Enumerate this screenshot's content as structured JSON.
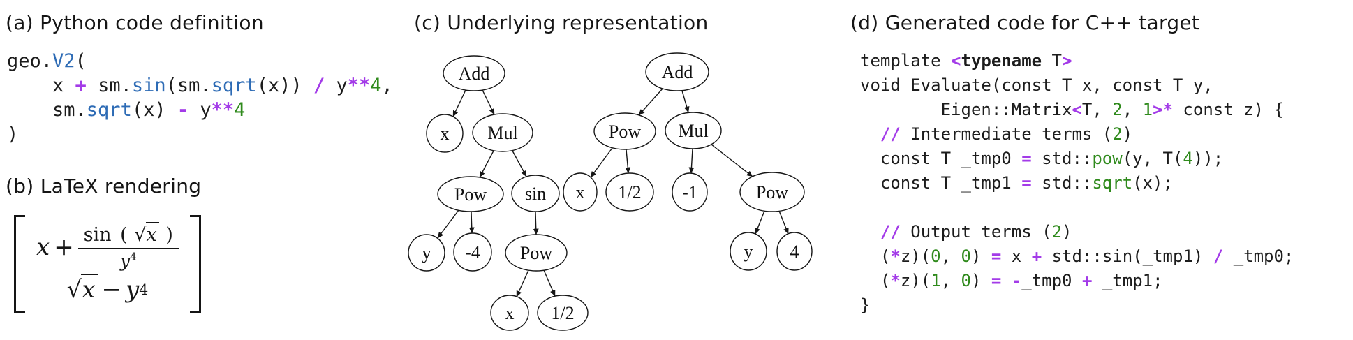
{
  "colors": {
    "blue": "#2d6bb5",
    "purple": "#a33be8",
    "green": "#2f8a1c",
    "ink": "#1c1c1c"
  },
  "panels": {
    "a": {
      "title": "(a) Python code definition",
      "code": [
        [
          {
            "t": "geo.",
            "c": "k"
          },
          {
            "t": "V2",
            "c": "b"
          },
          {
            "t": "(",
            "c": "k"
          }
        ],
        [
          {
            "t": "    x ",
            "c": "k"
          },
          {
            "t": "+",
            "c": "p"
          },
          {
            "t": " sm.",
            "c": "k"
          },
          {
            "t": "sin",
            "c": "b"
          },
          {
            "t": "(sm.",
            "c": "k"
          },
          {
            "t": "sqrt",
            "c": "b"
          },
          {
            "t": "(x)) ",
            "c": "k"
          },
          {
            "t": "/",
            "c": "p"
          },
          {
            "t": " y",
            "c": "k"
          },
          {
            "t": "**",
            "c": "p"
          },
          {
            "t": "4",
            "c": "g"
          },
          {
            "t": ",",
            "c": "k"
          }
        ],
        [
          {
            "t": "    sm.",
            "c": "k"
          },
          {
            "t": "sqrt",
            "c": "b"
          },
          {
            "t": "(x) ",
            "c": "k"
          },
          {
            "t": "-",
            "c": "p"
          },
          {
            "t": " y",
            "c": "k"
          },
          {
            "t": "**",
            "c": "p"
          },
          {
            "t": "4",
            "c": "g"
          }
        ],
        [
          {
            "t": ")",
            "c": "k"
          }
        ]
      ]
    },
    "b": {
      "title": "(b) LaTeX rendering",
      "math": {
        "x": "x",
        "plus": "+",
        "sin": "sin",
        "open_paren": "(",
        "close_paren": ")",
        "sqrt_symbol": "√",
        "y": "y",
        "exp": "4",
        "minus": "−"
      }
    },
    "c": {
      "title": "(c) Underlying representation",
      "trees": [
        {
          "nodes": [
            {
              "label": "Add"
            },
            {
              "label": "x"
            },
            {
              "label": "Mul"
            },
            {
              "label": "Pow"
            },
            {
              "label": "sin"
            },
            {
              "label": "y"
            },
            {
              "label": "-4"
            },
            {
              "label": "Pow"
            },
            {
              "label": "x"
            },
            {
              "label": "1/2"
            }
          ]
        },
        {
          "nodes": [
            {
              "label": "Add"
            },
            {
              "label": "Pow"
            },
            {
              "label": "Mul"
            },
            {
              "label": "x"
            },
            {
              "label": "1/2"
            },
            {
              "label": "-1"
            },
            {
              "label": "Pow"
            },
            {
              "label": "y"
            },
            {
              "label": "4"
            }
          ]
        }
      ]
    },
    "d": {
      "title": "(d) Generated code for C++ target",
      "code": [
        [
          {
            "t": "template ",
            "c": "k"
          },
          {
            "t": "<",
            "c": "p"
          },
          {
            "t": "typename",
            "c": "kb"
          },
          {
            "t": " T",
            "c": "k"
          },
          {
            "t": ">",
            "c": "p"
          }
        ],
        [
          {
            "t": "void Evaluate(const T x, const T y,",
            "c": "k"
          }
        ],
        [
          {
            "t": "        Eigen::Matrix",
            "c": "k"
          },
          {
            "t": "<",
            "c": "p"
          },
          {
            "t": "T, ",
            "c": "k"
          },
          {
            "t": "2",
            "c": "g"
          },
          {
            "t": ", ",
            "c": "k"
          },
          {
            "t": "1",
            "c": "g"
          },
          {
            "t": ">*",
            "c": "p"
          },
          {
            "t": " const z) {",
            "c": "k"
          }
        ],
        [
          {
            "t": "  ",
            "c": "k"
          },
          {
            "t": "//",
            "c": "p"
          },
          {
            "t": " Intermediate terms (",
            "c": "k"
          },
          {
            "t": "2",
            "c": "g"
          },
          {
            "t": ")",
            "c": "k"
          }
        ],
        [
          {
            "t": "  const T _tmp0 ",
            "c": "k"
          },
          {
            "t": "=",
            "c": "p"
          },
          {
            "t": " std::",
            "c": "k"
          },
          {
            "t": "pow",
            "c": "g"
          },
          {
            "t": "(y, T(",
            "c": "k"
          },
          {
            "t": "4",
            "c": "g"
          },
          {
            "t": "));",
            "c": "k"
          }
        ],
        [
          {
            "t": "  const T _tmp1 ",
            "c": "k"
          },
          {
            "t": "=",
            "c": "p"
          },
          {
            "t": " std::",
            "c": "k"
          },
          {
            "t": "sqrt",
            "c": "g"
          },
          {
            "t": "(x);",
            "c": "k"
          }
        ],
        [],
        [
          {
            "t": "  ",
            "c": "k"
          },
          {
            "t": "//",
            "c": "p"
          },
          {
            "t": " Output terms (",
            "c": "k"
          },
          {
            "t": "2",
            "c": "g"
          },
          {
            "t": ")",
            "c": "k"
          }
        ],
        [
          {
            "t": "  (",
            "c": "k"
          },
          {
            "t": "*",
            "c": "p"
          },
          {
            "t": "z)(",
            "c": "k"
          },
          {
            "t": "0",
            "c": "g"
          },
          {
            "t": ", ",
            "c": "k"
          },
          {
            "t": "0",
            "c": "g"
          },
          {
            "t": ") ",
            "c": "k"
          },
          {
            "t": "=",
            "c": "p"
          },
          {
            "t": " x ",
            "c": "k"
          },
          {
            "t": "+",
            "c": "p"
          },
          {
            "t": " std::sin(_tmp1) ",
            "c": "k"
          },
          {
            "t": "/",
            "c": "p"
          },
          {
            "t": " _tmp0;",
            "c": "k"
          }
        ],
        [
          {
            "t": "  (",
            "c": "k"
          },
          {
            "t": "*",
            "c": "p"
          },
          {
            "t": "z)(",
            "c": "k"
          },
          {
            "t": "1",
            "c": "g"
          },
          {
            "t": ", ",
            "c": "k"
          },
          {
            "t": "0",
            "c": "g"
          },
          {
            "t": ") ",
            "c": "k"
          },
          {
            "t": "=",
            "c": "p"
          },
          {
            "t": " ",
            "c": "k"
          },
          {
            "t": "-",
            "c": "p"
          },
          {
            "t": "_tmp0 ",
            "c": "k"
          },
          {
            "t": "+",
            "c": "p"
          },
          {
            "t": " _tmp1;",
            "c": "k"
          }
        ],
        [
          {
            "t": "}",
            "c": "k"
          }
        ]
      ]
    }
  }
}
